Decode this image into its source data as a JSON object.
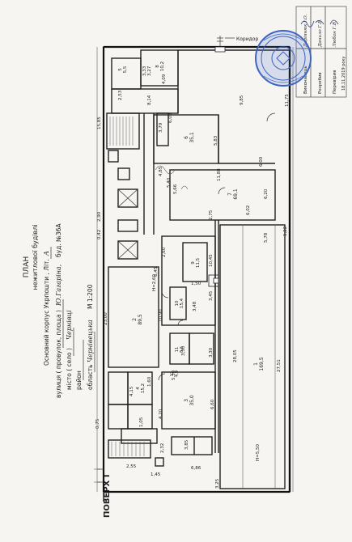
{
  "header": {
    "title": "ПЛАН",
    "subtitle": "нежитлової будівлі",
    "line1_prefix": "Основний корпус Укрпошти , Літ.",
    "line1_value": "А",
    "line2_prefix": "вулиця ( провулок, площа )",
    "line2_value": "Ю.Гагаріна,",
    "line2_bud": "буд. №36А",
    "line3_prefix": "місто ( село )",
    "line3_value": "Чернівці",
    "line4": "район",
    "line5_prefix": "область",
    "line5_value": "Чернівецька",
    "scale": "М 1:200"
  },
  "floor_label": "ПОВЕРХ І",
  "stamp": {
    "rows": [
      {
        "role": "Виконавець",
        "name": "Даріянюк І.О."
      },
      {
        "role": "Розробив",
        "name": "Данило Г.В."
      },
      {
        "role": "Перевірив",
        "name": "Любан Г.В."
      }
    ],
    "date": "18.11.2019 року"
  },
  "corridor_label": "Коридор",
  "rooms": [
    {
      "num": "1",
      "area": "169,5"
    },
    {
      "num": "2",
      "area": "89,5"
    },
    {
      "num": "3",
      "area": "35,0"
    },
    {
      "num": "4",
      "area": "15,2"
    },
    {
      "num": "5",
      "area": "5,5"
    },
    {
      "num": "6",
      "area": "35,1"
    },
    {
      "num": "7",
      "area": "69,1"
    },
    {
      "num": "8",
      "area": "10,2"
    },
    {
      "num": "9",
      "area": "11,5"
    },
    {
      "num": "10",
      "area": "15,4"
    },
    {
      "num": "11",
      "area": "8,6"
    },
    {
      "num": "12",
      "area": "4,9"
    }
  ],
  "dimensions": [
    "15,85",
    "9,85",
    "11,75",
    "6,03",
    "5,83",
    "11,88",
    "6,00",
    "6,20",
    "5,66",
    "6,02",
    "2,75",
    "5,78",
    "1,22",
    "2,60",
    "10,45",
    "10,90",
    "3,45",
    "28,05",
    "27,51",
    "3,30",
    "3,30",
    "5,30",
    "6,60",
    "4,20",
    "1,60",
    "4,15",
    "1,05",
    "3,85",
    "2,32",
    "2,55",
    "6,86",
    "1,45",
    "3,25",
    "H=5,50",
    "H=2,60",
    "23,00",
    "0,42",
    "2,90",
    "0,75",
    "6,45",
    "3,48",
    "1,50",
    "4,85",
    "5,40",
    "3,33",
    "3,27",
    "4,09",
    "2,53",
    "8,14",
    "3,79"
  ]
}
